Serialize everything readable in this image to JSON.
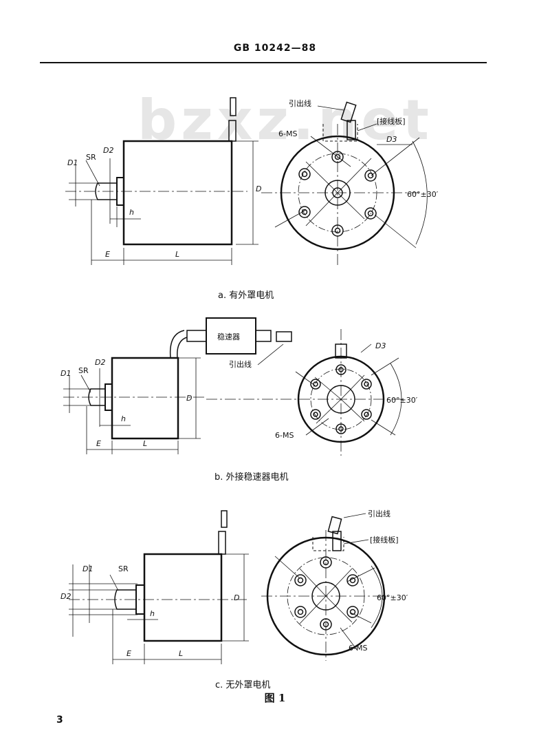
{
  "header": {
    "title": "GB 10242—88"
  },
  "watermark": "bzxz.net",
  "figures": [
    {
      "caption": "a.  有外罩电机",
      "labels": {
        "d1": "D1",
        "d2": "D2",
        "sr": "SR",
        "d": "D",
        "e": "E",
        "l": "L",
        "h": "h",
        "lead": "引出线",
        "terminal": "[接线板]",
        "ms": "6-MS",
        "d3": "D3",
        "angle": "60°±30′"
      }
    },
    {
      "caption": "b.  外接稳速器电机",
      "labels": {
        "d1": "D1",
        "d2": "D2",
        "sr": "SR",
        "d": "D",
        "e": "E",
        "l": "L",
        "h": "h",
        "regulator": "稳速器",
        "lead": "引出线",
        "ms": "6-MS",
        "d3": "D3",
        "angle": "60°±30′"
      }
    },
    {
      "caption": "c.  无外罩电机",
      "labels": {
        "d1": "D1",
        "d2": "D2",
        "sr": "SR",
        "d": "D",
        "e": "E",
        "l": "L",
        "h": "h",
        "lead": "引出线",
        "terminal": "[接线板]",
        "ms": "6-MS",
        "angle": "60°±30′"
      }
    }
  ],
  "figure_label": "图 1",
  "page_number": "3"
}
